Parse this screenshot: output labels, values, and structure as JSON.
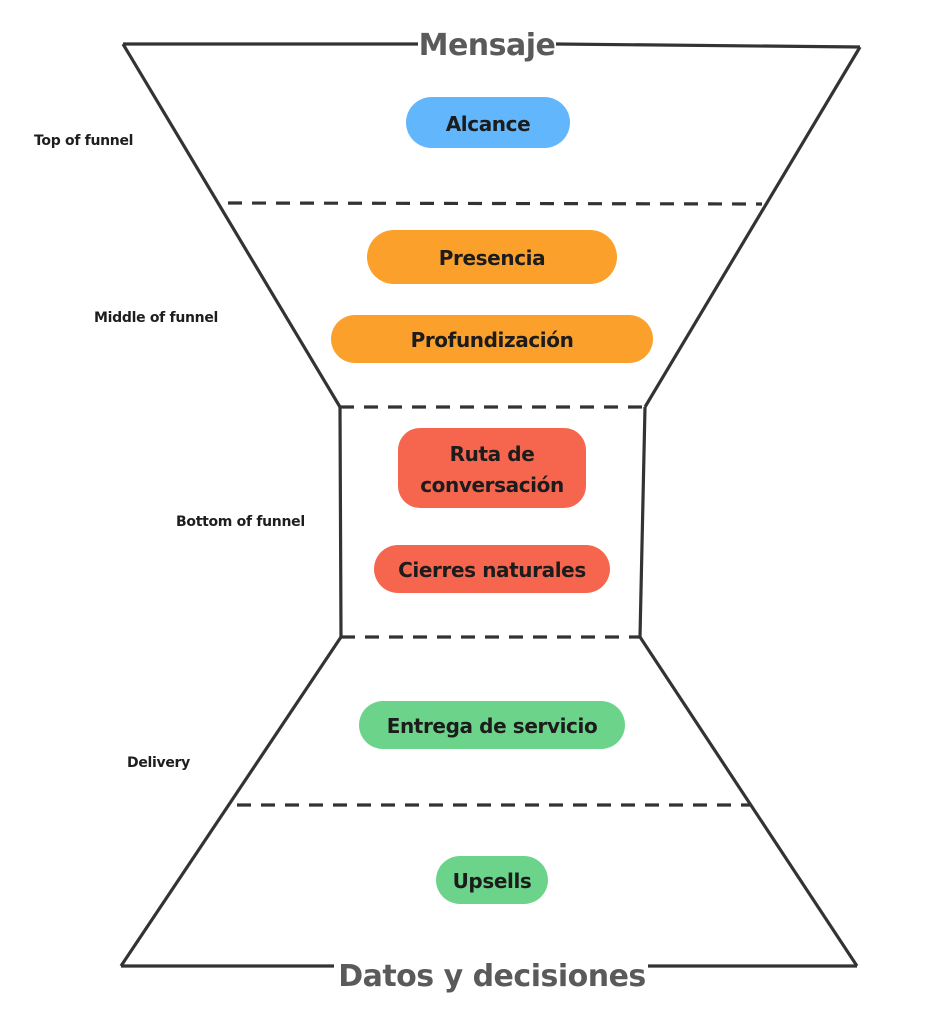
{
  "diagram": {
    "top_title": "Mensaje",
    "bottom_title": "Datos y decisiones",
    "stages": [
      {
        "label": "Top of funnel"
      },
      {
        "label": "Middle of funnel"
      },
      {
        "label": "Bottom of funnel"
      },
      {
        "label": "Delivery"
      }
    ],
    "colors": {
      "outline": "#333333",
      "title": "#5a5a5a",
      "top": "#62b6fb",
      "middle": "#fba02b",
      "bottom": "#f6664e",
      "delivery": "#6cd48a"
    },
    "pills": [
      {
        "label": "Alcance",
        "stage": "Top of funnel",
        "color": "#62b6fb"
      },
      {
        "label": "Presencia",
        "stage": "Middle of funnel",
        "color": "#fba02b"
      },
      {
        "label": "Profundización",
        "stage": "Middle of funnel",
        "color": "#fba02b"
      },
      {
        "label_line1": "Ruta de",
        "label_line2": "conversación",
        "stage": "Bottom of funnel",
        "color": "#f6664e"
      },
      {
        "label": "Cierres naturales",
        "stage": "Bottom of funnel",
        "color": "#f6664e"
      },
      {
        "label": "Entrega de servicio",
        "stage": "Delivery",
        "color": "#6cd48a"
      },
      {
        "label": "Upsells",
        "stage": "Delivery",
        "color": "#6cd48a"
      }
    ]
  }
}
